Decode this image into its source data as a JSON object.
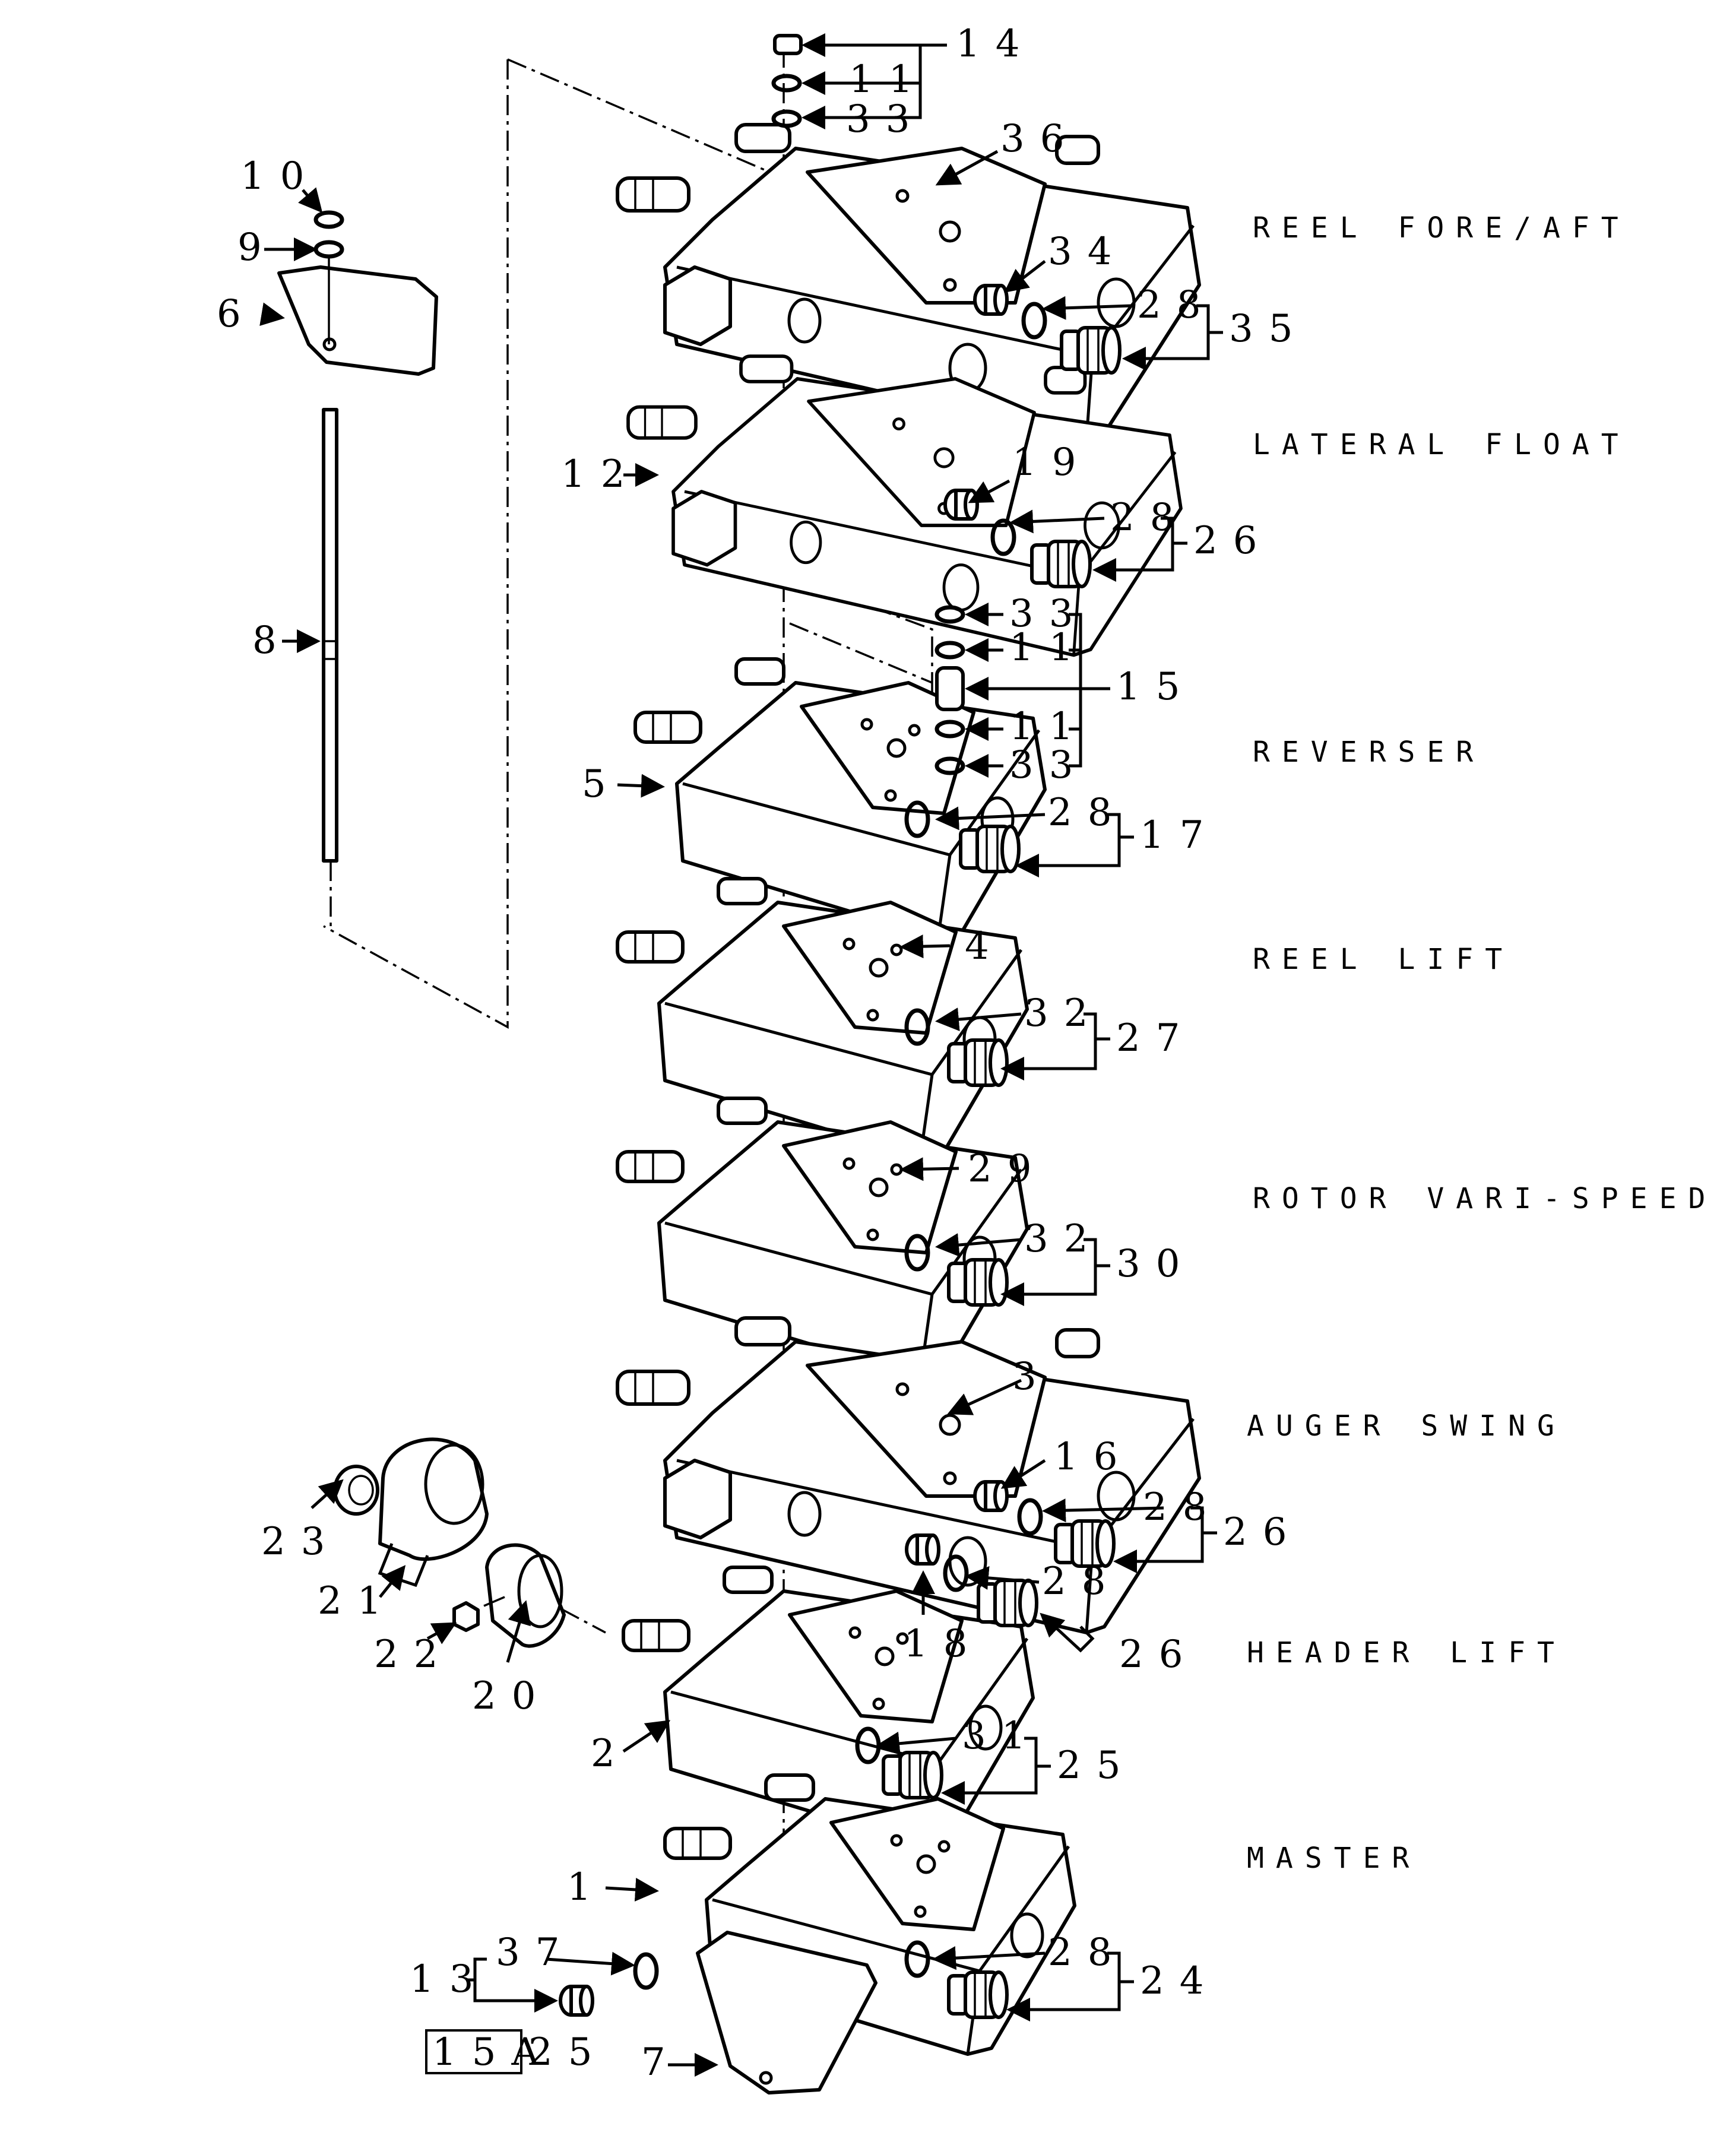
{
  "sections": [
    {
      "key": "reel_fore_aft",
      "label": "REEL FORE/AFT"
    },
    {
      "key": "lateral_float",
      "label": "LATERAL FLOAT"
    },
    {
      "key": "reverser",
      "label": "REVERSER"
    },
    {
      "key": "reel_lift",
      "label": "REEL LIFT"
    },
    {
      "key": "rotor_vari_speed",
      "label": "ROTOR VARI-SPEED"
    },
    {
      "key": "auger_swing",
      "label": "AUGER SWING"
    },
    {
      "key": "header_lift",
      "label": "HEADER LIFT"
    },
    {
      "key": "master",
      "label": "MASTER"
    }
  ],
  "callouts": {
    "c14": "14",
    "c11_top": "11",
    "c33_top": "33",
    "c36": "36",
    "c34": "34",
    "c28_a": "28",
    "c35": "35",
    "c10": "10",
    "c9": "9",
    "c6": "6",
    "c12": "12",
    "c19": "19",
    "c28_b": "28",
    "c26_a": "26",
    "c8": "8",
    "c33_m1": "33",
    "c11_m1": "11",
    "c15": "15",
    "c11_m2": "11",
    "c33_m2": "33",
    "c5": "5",
    "c28_c": "28",
    "c17": "17",
    "c4": "4",
    "c32_a": "32",
    "c27": "27",
    "c29": "29",
    "c32_b": "32",
    "c30": "30",
    "c3": "3",
    "c16": "16",
    "c28_d": "28",
    "c26_b": "26",
    "c23": "23",
    "c21": "21",
    "c22": "22",
    "c20": "20",
    "c18": "18",
    "c28_e": "28",
    "c26_c": "26",
    "c2": "2",
    "c31": "31",
    "c25": "25",
    "c1": "1",
    "c28_f": "28",
    "c24": "24",
    "c37": "37",
    "c13": "13",
    "c7": "7"
  },
  "reference": {
    "boxed": "15A",
    "suffix": "25"
  }
}
